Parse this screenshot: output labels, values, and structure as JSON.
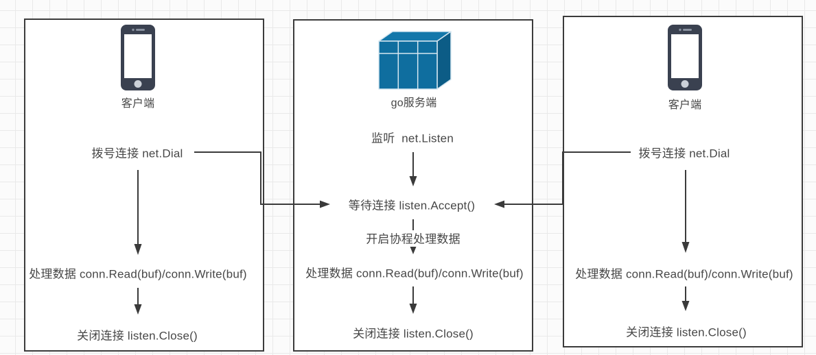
{
  "diagram": {
    "type": "flowchart",
    "columns": [
      {
        "id": "client-left",
        "icon": "smartphone-icon",
        "label": "客户端",
        "steps": [
          "拨号连接 net.Dial",
          "处理数据 conn.Read(buf)/conn.Write(buf)",
          "关闭连接 listen.Close()"
        ]
      },
      {
        "id": "go-server",
        "icon": "server-cube-icon",
        "label": "go服务端",
        "steps": [
          "监听  net.Listen",
          "等待连接 listen.Accept()",
          "开启协程处理数据",
          "处理数据 conn.Read(buf)/conn.Write(buf)",
          "关闭连接 listen.Close()"
        ]
      },
      {
        "id": "client-right",
        "icon": "smartphone-icon",
        "label": "客户端",
        "steps": [
          "拨号连接 net.Dial",
          "处理数据 conn.Read(buf)/conn.Write(buf)",
          "关闭连接 listen.Close()"
        ]
      }
    ],
    "connections": [
      {
        "from": "client-left / 拨号连接 net.Dial",
        "to": "go-server / 等待连接 listen.Accept()"
      },
      {
        "from": "client-right / 拨号连接 net.Dial",
        "to": "go-server / 等待连接 listen.Accept()"
      }
    ],
    "colors": {
      "panel_border": "#3b3b3b",
      "text": "#474747",
      "arrow": "#3a3a3a",
      "phone_body": "#3a4150",
      "server_cube_front": "#0f6e9f",
      "server_cube_top": "#1377aa",
      "server_cube_side": "#0c5c86",
      "grid_line": "#e9e9e9"
    }
  }
}
